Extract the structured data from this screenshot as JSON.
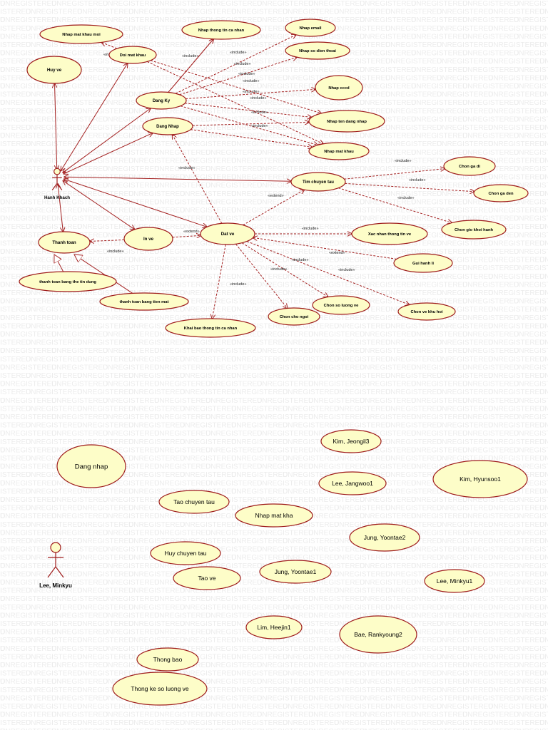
{
  "watermark": "UNREGISTERED",
  "actors": [
    {
      "id": "hanh_khach",
      "label": "Hanh Khach"
    },
    {
      "id": "lee_minkyu",
      "label": "Lee, Minkyu"
    }
  ],
  "use_cases": [
    {
      "id": "nhap_mk_moi",
      "label": "Nhap mat khau moi"
    },
    {
      "id": "doi_mk",
      "label": "Doi mat khau"
    },
    {
      "id": "nhap_ttcn",
      "label": "Nhap thong tin ca nhan"
    },
    {
      "id": "nhap_email",
      "label": "Nhap email"
    },
    {
      "id": "nhap_sdt",
      "label": "Nhap so dien thoai"
    },
    {
      "id": "huy_ve",
      "label": "Huy ve"
    },
    {
      "id": "dang_ky",
      "label": "Dang Ky"
    },
    {
      "id": "nhap_cccd",
      "label": "Nhap cccd"
    },
    {
      "id": "dang_nhap",
      "label": "Dang Nhap"
    },
    {
      "id": "nhap_tdn",
      "label": "Nhap ten dang nhap"
    },
    {
      "id": "nhap_mk",
      "label": "Nhap mat khau"
    },
    {
      "id": "chon_ga_di",
      "label": "Chon ga di"
    },
    {
      "id": "tim_ct",
      "label": "Tim chuyen tau"
    },
    {
      "id": "chon_ga_den",
      "label": "Chon ga den"
    },
    {
      "id": "chon_gio",
      "label": "Chon gio khoi hanh"
    },
    {
      "id": "thanh_toan",
      "label": "Thanh toan"
    },
    {
      "id": "in_ve",
      "label": "In ve"
    },
    {
      "id": "dat_ve",
      "label": "Dat ve"
    },
    {
      "id": "xac_nhan",
      "label": "Xac nhan thong tin ve"
    },
    {
      "id": "gui_hanh_li",
      "label": "Gui hanh li"
    },
    {
      "id": "tt_the",
      "label": "thanh toan bang the tin dung"
    },
    {
      "id": "tt_tien",
      "label": "thanh toan bang tien mat"
    },
    {
      "id": "chon_so_luong",
      "label": "Chon so luong ve"
    },
    {
      "id": "chon_ve_khu_hoi",
      "label": "Chon ve khu hoi"
    },
    {
      "id": "chon_cho",
      "label": "Chon cho ngoi"
    },
    {
      "id": "khai_bao",
      "label": "Khai bao thong tin ca nhan"
    },
    {
      "id": "dang_nhap2",
      "label": "Dang nhap"
    },
    {
      "id": "kim_jeongil",
      "label": "Kim, Jeongil3"
    },
    {
      "id": "lee_jangwoo",
      "label": "Lee, Jangwoo1"
    },
    {
      "id": "kim_hyunsoo",
      "label": "Kim, Hyunsoo1"
    },
    {
      "id": "tao_ct",
      "label": "Tao chuyen tau"
    },
    {
      "id": "nhap_mat_kha",
      "label": "Nhap mat kha"
    },
    {
      "id": "jung_yoontae2",
      "label": "Jung, Yoontae2"
    },
    {
      "id": "huy_ct",
      "label": "Huy chuyen tau"
    },
    {
      "id": "tao_ve",
      "label": "Tao ve"
    },
    {
      "id": "jung_yoontae1",
      "label": "Jung, Yoontae1"
    },
    {
      "id": "lee_minkyu1",
      "label": "Lee, Minkyu1"
    },
    {
      "id": "lim_heejin",
      "label": "Lim, Heejin1"
    },
    {
      "id": "bae_rankyoung",
      "label": "Bae, Rankyoung2"
    },
    {
      "id": "thong_bao",
      "label": "Thong bao"
    },
    {
      "id": "thong_ke",
      "label": "Thong ke so luong ve"
    }
  ],
  "relationships": [
    {
      "from": "doi_mk",
      "to": "nhap_mk_moi",
      "type": "include",
      "label": "«include»"
    },
    {
      "from": "dang_ky",
      "to": "nhap_ttcn",
      "type": "include",
      "label": ""
    },
    {
      "from": "dang_ky",
      "to": "nhap_email",
      "type": "include",
      "label": "«include»"
    },
    {
      "from": "dang_ky",
      "to": "nhap_sdt",
      "type": "include",
      "label": "«include»"
    },
    {
      "from": "dang_ky",
      "to": "nhap_cccd",
      "type": "include",
      "label": "«include»"
    },
    {
      "from": "dang_ky",
      "to": "nhap_tdn",
      "type": "include",
      "label": "«include»"
    },
    {
      "from": "dang_ky",
      "to": "nhap_mk",
      "type": "include",
      "label": "«include»"
    },
    {
      "from": "doi_mk",
      "to": "nhap_tdn",
      "type": "include",
      "label": "«include»"
    },
    {
      "from": "doi_mk",
      "to": "nhap_mk",
      "type": "include",
      "label": "«include»"
    },
    {
      "from": "dang_nhap",
      "to": "nhap_tdn",
      "type": "include",
      "label": "«include»"
    },
    {
      "from": "dang_nhap",
      "to": "nhap_mk",
      "type": "include",
      "label": "«include»"
    },
    {
      "from": "tim_ct",
      "to": "chon_ga_di",
      "type": "include",
      "label": "«include»"
    },
    {
      "from": "tim_ct",
      "to": "chon_ga_den",
      "type": "include",
      "label": "«include»"
    },
    {
      "from": "tim_ct",
      "to": "chon_gio",
      "type": "include",
      "label": "«include»"
    },
    {
      "from": "dat_ve",
      "to": "tim_ct",
      "type": "extend",
      "label": "«extend»"
    },
    {
      "from": "dat_ve",
      "to": "dang_nhap",
      "type": "include",
      "label": "«include»"
    },
    {
      "from": "in_ve",
      "to": "dat_ve",
      "type": "extend",
      "label": "«extend»"
    },
    {
      "from": "dat_ve",
      "to": "xac_nhan",
      "type": "include",
      "label": "«include»"
    },
    {
      "from": "gui_hanh_li",
      "to": "dat_ve",
      "type": "extend",
      "label": "«extend»"
    },
    {
      "from": "dat_ve",
      "to": "chon_ve_khu_hoi",
      "type": "include",
      "label": "«include»"
    },
    {
      "from": "dat_ve",
      "to": "chon_so_luong",
      "type": "include",
      "label": "«include»"
    },
    {
      "from": "dat_ve",
      "to": "chon_cho",
      "type": "include",
      "label": "«include»"
    },
    {
      "from": "dat_ve",
      "to": "khai_bao",
      "type": "include",
      "label": "«include»"
    },
    {
      "from": "in_ve",
      "to": "thanh_toan",
      "type": "include",
      "label": "«include»"
    }
  ]
}
